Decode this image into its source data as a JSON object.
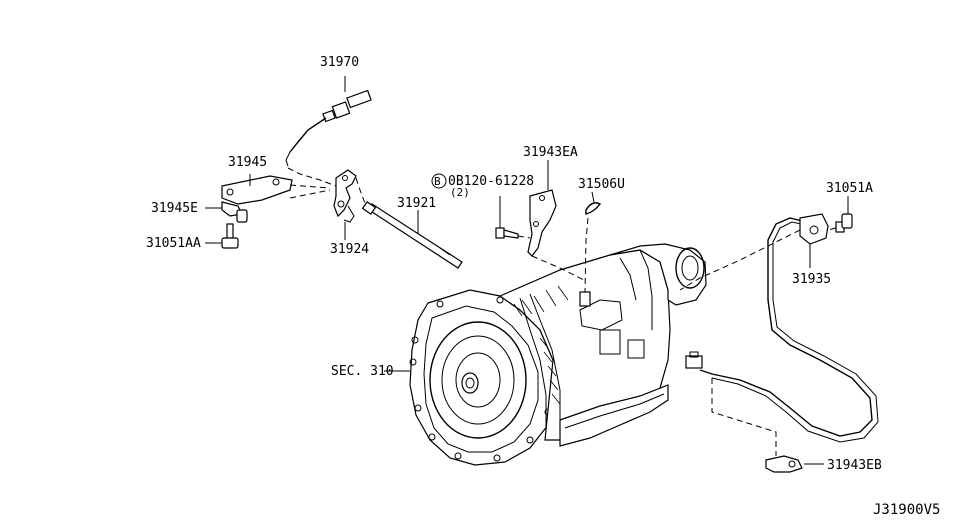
{
  "diagram": {
    "labels": {
      "p31970": "31970",
      "p31945": "31945",
      "p31945e": "31945E",
      "p31051aa": "31051AA",
      "p31924": "31924",
      "p31921": "31921",
      "bolt_code": "0B120-61228",
      "bolt_circle": "B",
      "bolt_qty": "(2)",
      "p31943ea": "31943EA",
      "p31506u": "31506U",
      "p31051a": "31051A",
      "p31935": "31935",
      "sec310": "SEC. 310",
      "p31943eb": "31943EB",
      "diagram_id": "J31900V5"
    }
  }
}
